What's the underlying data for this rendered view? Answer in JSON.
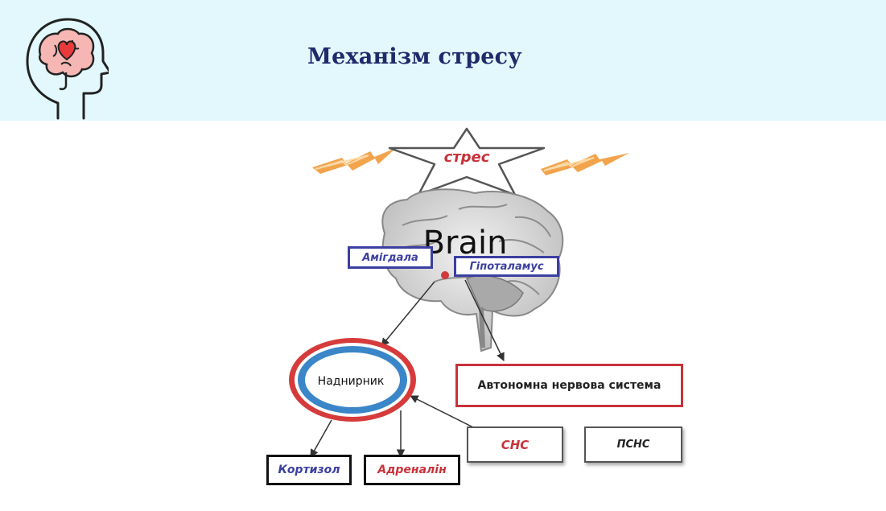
{
  "slide": {
    "title": "Механізм стресу",
    "logo_icon": "head-with-heart-brain-icon"
  },
  "diagram": {
    "star_label": "стрес",
    "brain_label": "Brain",
    "amygdala": "Амігдала",
    "hypothalamus": "Гіпоталамус",
    "adrenal": "Наднирник",
    "ans": "Автономна нервова система",
    "sns": "СНС",
    "psns": "ПСНС",
    "cortisol": "Кортизол",
    "adrenaline": "Адреналін",
    "colors": {
      "title": "#1f2a6b",
      "header_bg": "#e2f8fc",
      "blue_box": "#3b3fa0",
      "red": "#c8323a",
      "ring_red": "#d63b3b",
      "ring_blue": "#3a86c8",
      "lightning": "#f19a3a"
    }
  }
}
